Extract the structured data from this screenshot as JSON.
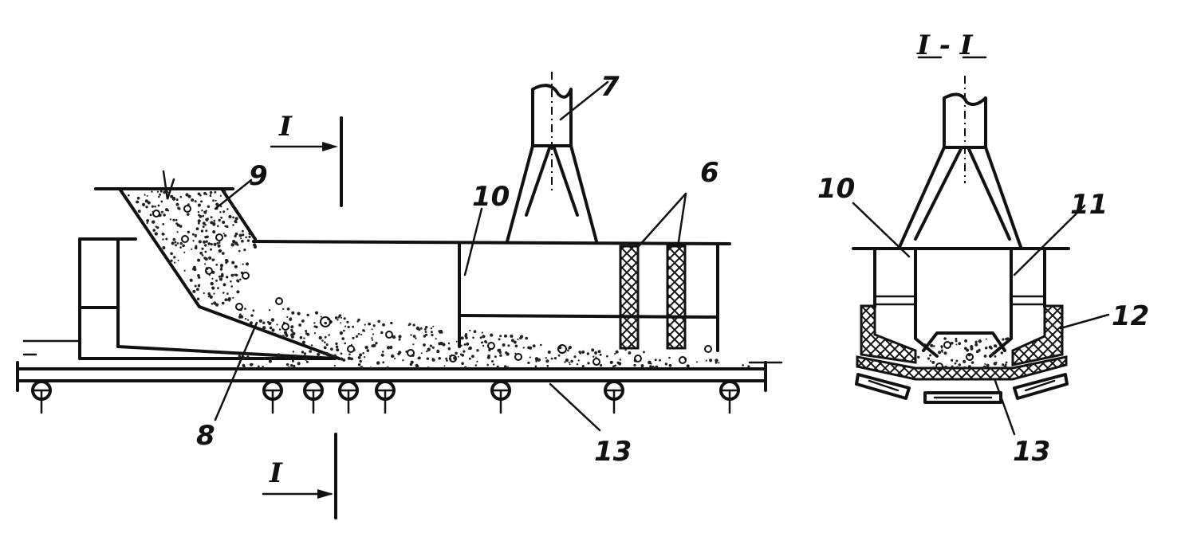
{
  "labels": {
    "l7": "7",
    "l9": "9",
    "l10": "10",
    "l6": "6",
    "l8": "8",
    "l13": "13",
    "sec_top": "I",
    "sec_bottom": "I",
    "sec_title": "I - I",
    "r10": "10",
    "r11": "11",
    "r12": "12",
    "r13": "13"
  },
  "colors": {
    "ink": "#111111",
    "background": "#ffffff"
  }
}
